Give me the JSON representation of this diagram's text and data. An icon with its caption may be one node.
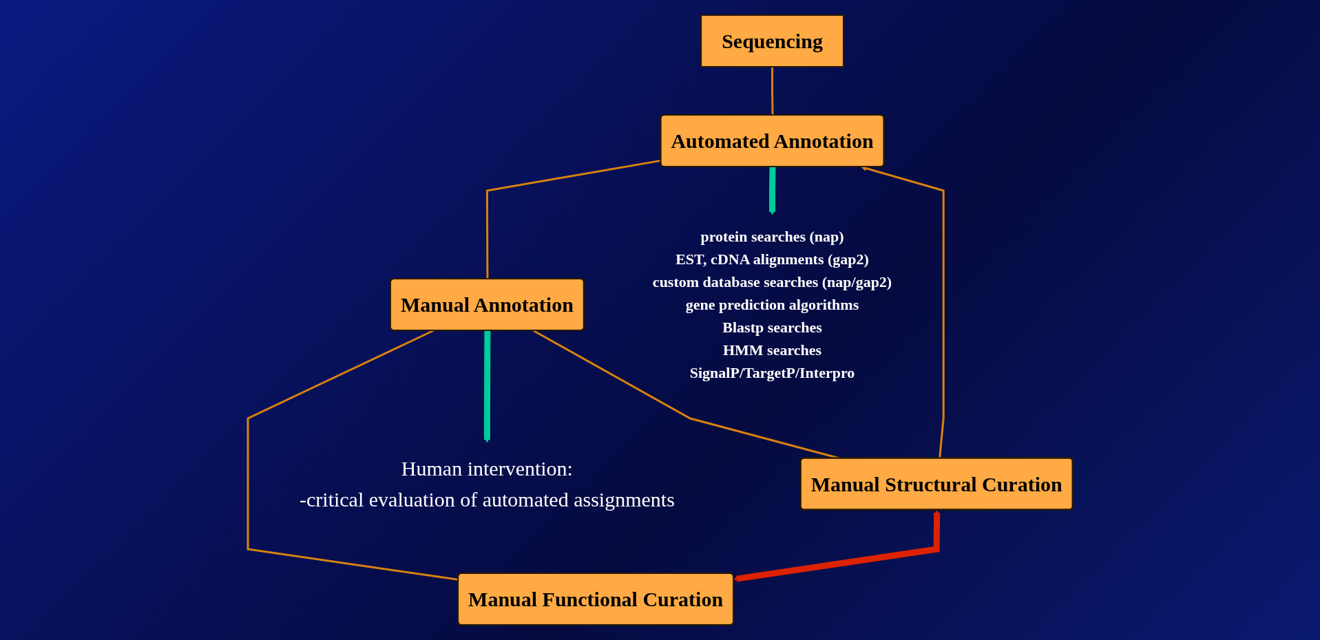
{
  "diagram": {
    "nodes": [
      {
        "text": [
          "Sequencing"
        ]
      },
      {
        "text": [
          "Automated Annotation"
        ]
      },
      {
        "text": [
          "Manual Annotation"
        ]
      },
      {
        "text": [
          "Manual Structural Curation"
        ]
      },
      {
        "text": [
          "Manual Functional Curation"
        ]
      },
      {
        "text": [
          "protein searches (nap)",
          "EST, cDNA alignments (gap2)",
          "custom database searches (nap/gap2)",
          "gene prediction algorithms",
          "Blastp searches",
          "HMM searches",
          "SignalP/TargetP/Interpro"
        ]
      },
      {
        "text": [
          "Human intervention:",
          "-critical evaluation of automated assignments"
        ]
      }
    ],
    "edges": [
      {
        "from": 0,
        "to": 1,
        "arrow": "none",
        "color": "#d9820f"
      },
      {
        "from": 1,
        "to": 2,
        "arrow": "none",
        "color": "#d9820f"
      },
      {
        "from": 2,
        "to": 3,
        "arrow": "none",
        "color": "#d9820f"
      },
      {
        "from": 2,
        "to": 4,
        "arrow": "none",
        "color": "#d9820f"
      },
      {
        "from": 3,
        "to": 1,
        "arrow": "to",
        "color": "#d9820f"
      },
      {
        "from": 3,
        "to": 4,
        "arrow": "both",
        "style": "thick",
        "color": "#dd2200"
      },
      {
        "from": 1,
        "to": 5,
        "arrow": "to",
        "style": "thick",
        "color": "#00cc99"
      },
      {
        "from": 2,
        "to": 6,
        "arrow": "to",
        "style": "thick",
        "color": "#00cc99"
      }
    ]
  }
}
